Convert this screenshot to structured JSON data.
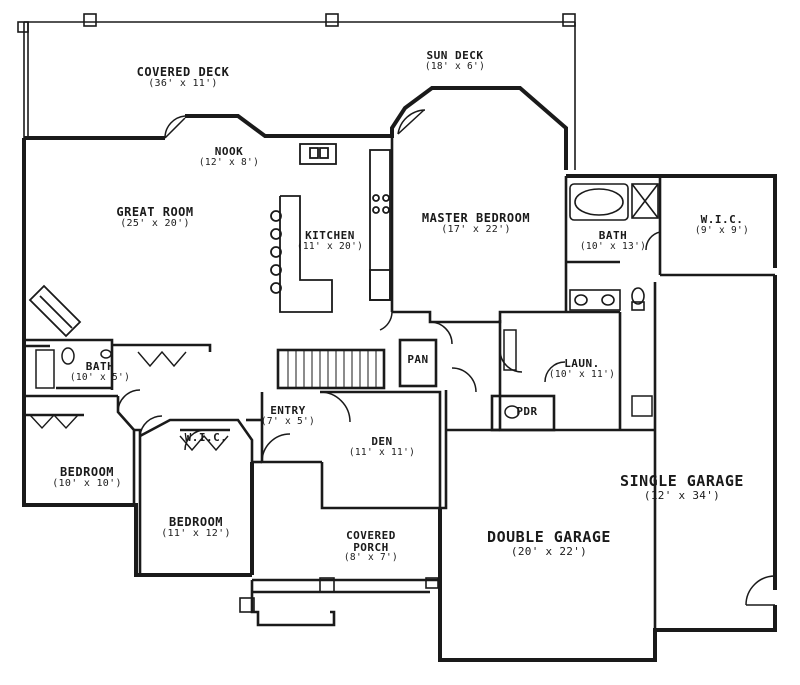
{
  "floor_plan": {
    "rooms": [
      {
        "name": "COVERED DECK",
        "dims": "(36' x 11')"
      },
      {
        "name": "SUN DECK",
        "dims": "(18' x 6')"
      },
      {
        "name": "NOOK",
        "dims": "(12' x 8')"
      },
      {
        "name": "GREAT ROOM",
        "dims": "(25' x 20')"
      },
      {
        "name": "KITCHEN",
        "dims": "(11' x 20')"
      },
      {
        "name": "MASTER BEDROOM",
        "dims": "(17' x 22')"
      },
      {
        "name": "BATH",
        "dims": "(10' x 13')"
      },
      {
        "name": "W.I.C.",
        "dims": "(9' x 9')"
      },
      {
        "name": "BATH",
        "dims": "(10' x 5')"
      },
      {
        "name": "PAN",
        "dims": ""
      },
      {
        "name": "LAUN.",
        "dims": "(10' x 11')"
      },
      {
        "name": "PDR",
        "dims": ""
      },
      {
        "name": "ENTRY",
        "dims": "(7' x 5')"
      },
      {
        "name": "DEN",
        "dims": "(11' x 11')"
      },
      {
        "name": "W.I.C.",
        "dims": ""
      },
      {
        "name": "BEDROOM",
        "dims": "(10' x 10')"
      },
      {
        "name": "BEDROOM",
        "dims": "(11' x 12')"
      },
      {
        "name": "COVERED PORCH",
        "dims": "(8' x 7')"
      },
      {
        "name": "SINGLE GARAGE",
        "dims": "(12' x 34')"
      },
      {
        "name": "DOUBLE GARAGE",
        "dims": "(20' x 22')"
      }
    ],
    "colors": {
      "line": "#1a1a1a",
      "background": "#ffffff"
    }
  }
}
